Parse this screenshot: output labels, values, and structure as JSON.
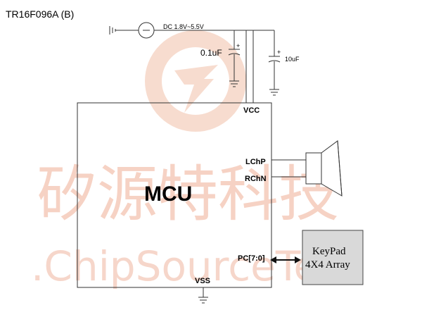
{
  "title": "TR16F096A (B)",
  "watermark": {
    "chinese": "矽源特科技",
    "english": ".ChipSourceTek."
  },
  "power": {
    "source_label": "DC  1.8V~5.5V",
    "cap1_label": "0.1uF",
    "cap2_label": "10uF"
  },
  "mcu": {
    "label": "MCU",
    "pins": {
      "vcc": "VCC",
      "lchp": "LChP",
      "rchn": "RChN",
      "pc": "PC[7:0]",
      "vss": "VSS"
    }
  },
  "keypad": {
    "line1": "KeyPad",
    "line2": "4X4 Array"
  },
  "colors": {
    "watermark": "#f6d2c4",
    "keypad_fill": "#d9d9d9",
    "line": "#333333"
  }
}
